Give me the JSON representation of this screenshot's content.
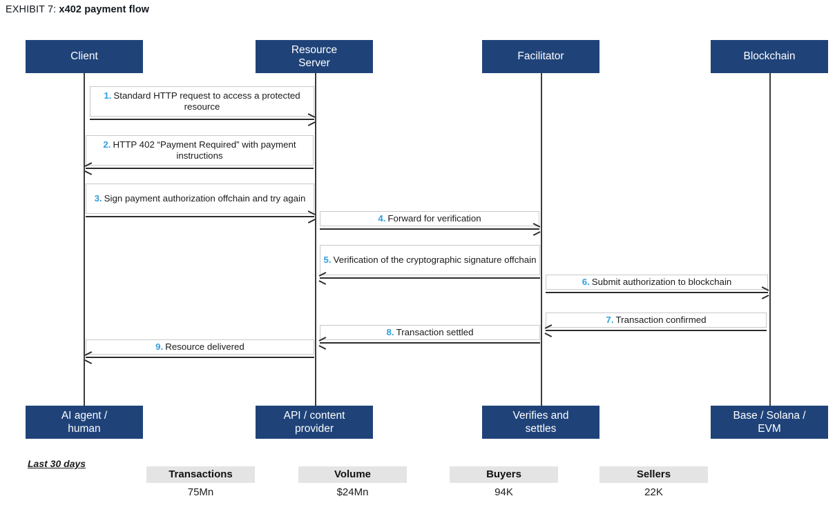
{
  "title": {
    "label": "EXHIBIT 7:",
    "name": "x402 payment flow"
  },
  "colors": {
    "actor_navy": "#1f4379",
    "step_number_blue": "#2f9fe0",
    "label_border": "#c9c9c9",
    "stat_label_bg": "#e4e4e4",
    "lifeline": "#3a3a3a"
  },
  "actors": [
    {
      "id": "client",
      "top_line1": "Client",
      "top_line2": "",
      "bottom_line1": "AI agent /",
      "bottom_line2": "human"
    },
    {
      "id": "resource-server",
      "top_line1": "Resource",
      "top_line2": "Server",
      "bottom_line1": "API / content",
      "bottom_line2": "provider"
    },
    {
      "id": "facilitator",
      "top_line1": "Facilitator",
      "top_line2": "",
      "bottom_line1": "Verifies and",
      "bottom_line2": "settles"
    },
    {
      "id": "blockchain",
      "top_line1": "Blockchain",
      "top_line2": "",
      "bottom_line1": "Base / Solana /",
      "bottom_line2": "EVM"
    }
  ],
  "messages": [
    {
      "num": "1.",
      "text": "Standard HTTP request to access a protected resource",
      "from": "client",
      "to": "resource-server",
      "direction": "right"
    },
    {
      "num": "2.",
      "text": "HTTP 402 “Payment Required” with payment instructions",
      "from": "resource-server",
      "to": "client",
      "direction": "left"
    },
    {
      "num": "3.",
      "text": "Sign payment authorization offchain and try again",
      "from": "client",
      "to": "resource-server",
      "direction": "right"
    },
    {
      "num": "4.",
      "text": "Forward for verification",
      "from": "resource-server",
      "to": "facilitator",
      "direction": "right"
    },
    {
      "num": "5.",
      "text": "Verification of the cryptographic signature offchain",
      "from": "facilitator",
      "to": "resource-server",
      "direction": "left"
    },
    {
      "num": "6.",
      "text": "Submit authorization to blockchain",
      "from": "facilitator",
      "to": "blockchain",
      "direction": "right"
    },
    {
      "num": "7.",
      "text": "Transaction confirmed",
      "from": "blockchain",
      "to": "facilitator",
      "direction": "left"
    },
    {
      "num": "8.",
      "text": "Transaction settled",
      "from": "facilitator",
      "to": "resource-server",
      "direction": "left"
    },
    {
      "num": "9.",
      "text": "Resource delivered",
      "from": "resource-server",
      "to": "client",
      "direction": "left"
    }
  ],
  "stats": {
    "caption": "Last 30 days",
    "items": [
      {
        "label": "Transactions",
        "value": "75Mn"
      },
      {
        "label": "Volume",
        "value": "$24Mn"
      },
      {
        "label": "Buyers",
        "value": "94K"
      },
      {
        "label": "Sellers",
        "value": "22K"
      }
    ]
  }
}
